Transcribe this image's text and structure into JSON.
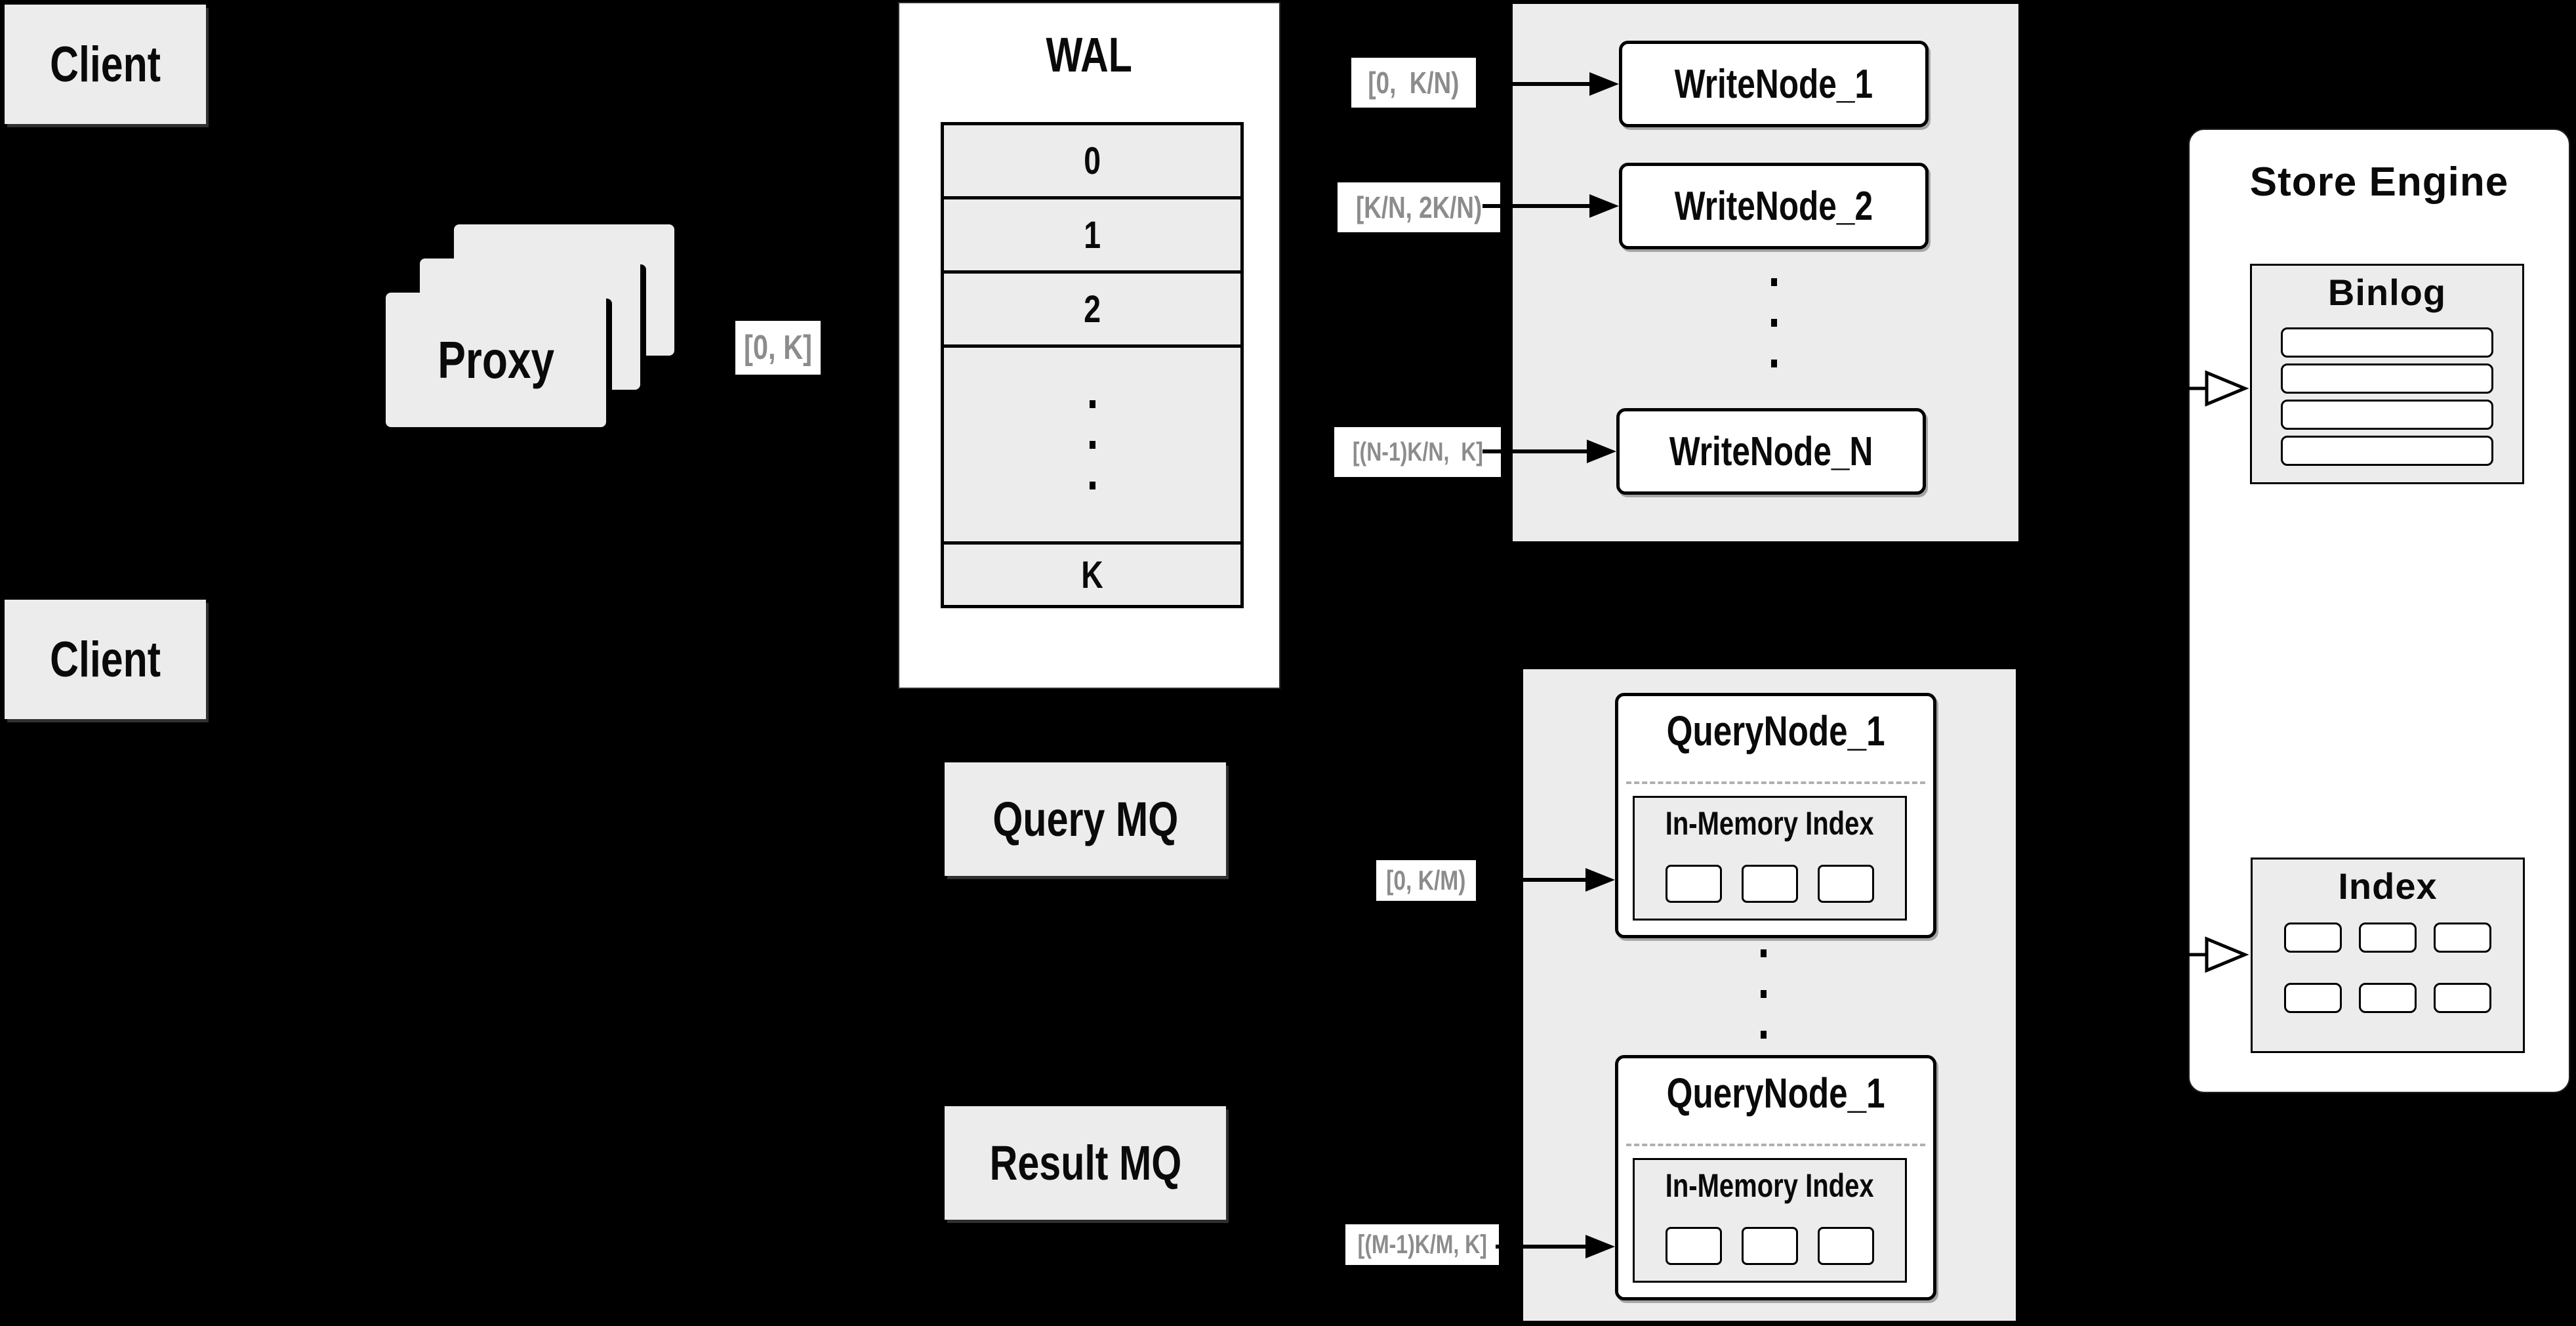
{
  "colors": {
    "background": "#000000",
    "panel_gray": "#ececec",
    "box_white": "#ffffff",
    "line_black": "#000000",
    "range_label_text": "#8c8c8c",
    "dashed_divider": "#b0b0b0"
  },
  "client_top": {
    "label": "Client"
  },
  "client_bottom": {
    "label": "Client"
  },
  "proxy": {
    "label": "Proxy",
    "range": "[0, K]"
  },
  "wal": {
    "title": "WAL",
    "rows": [
      "0",
      "1",
      "2",
      "K"
    ]
  },
  "write": {
    "nodes": [
      {
        "label": "WriteNode_1",
        "range": "[0,  K/N)"
      },
      {
        "label": "WriteNode_2",
        "range": "[K/N, 2K/N)"
      },
      {
        "label": "WriteNode_N",
        "range": "[(N-1)K/N,  K]"
      }
    ]
  },
  "store_engine": {
    "title": "Store Engine",
    "binlog_title": "Binlog",
    "index_title": "Index"
  },
  "mq": {
    "query": "Query MQ",
    "result": "Result MQ"
  },
  "query": {
    "nodes": [
      {
        "title": "QueryNode_1",
        "inner_title": "In-Memory Index",
        "range": "[0, K/M)"
      },
      {
        "title": "QueryNode_1",
        "inner_title": "In-Memory Index",
        "range": "[(M-1)K/M, K]"
      }
    ]
  }
}
